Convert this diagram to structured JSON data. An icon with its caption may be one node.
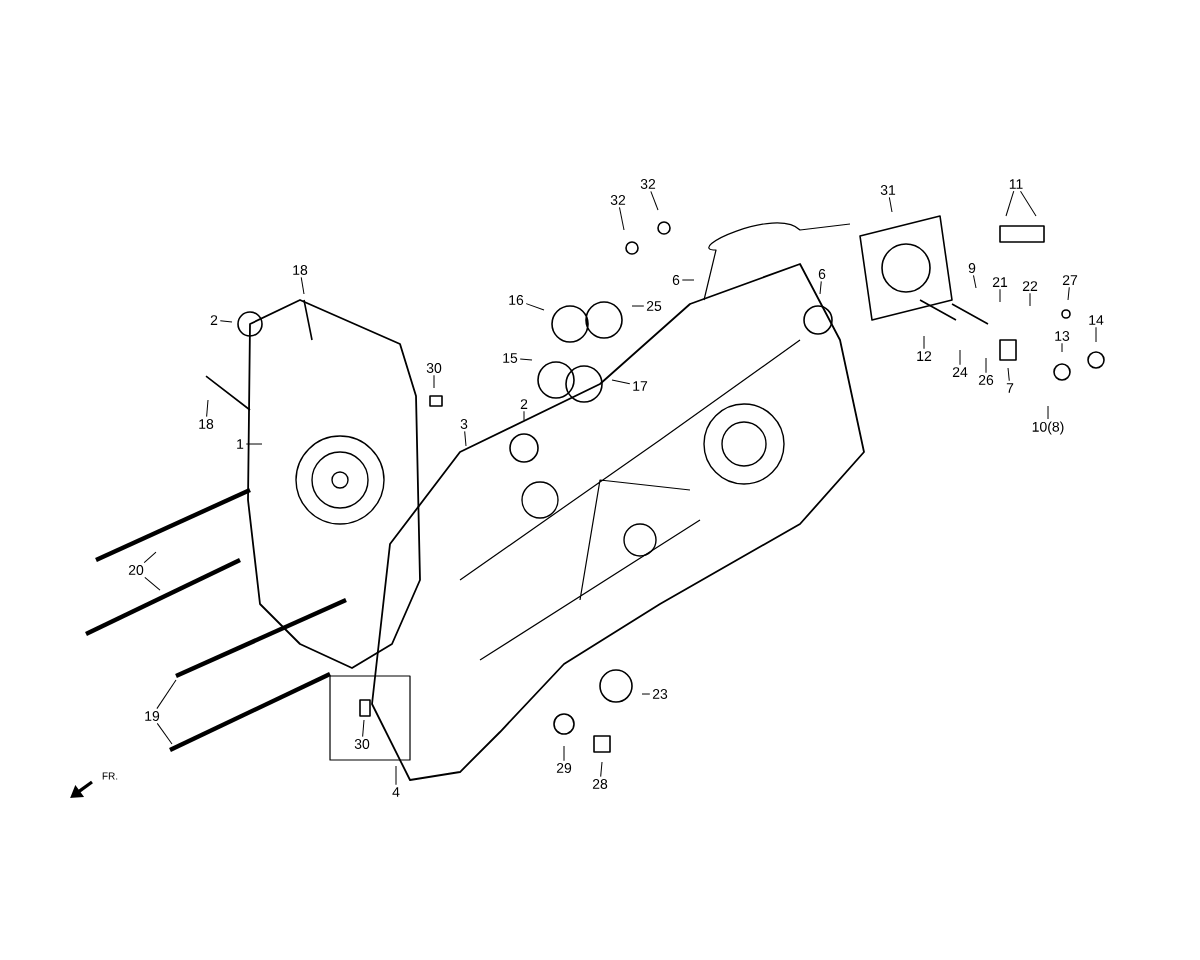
{
  "diagram": {
    "nodes": [
      {
        "text": [
          "18"
        ]
      },
      {
        "text": [
          "2"
        ]
      },
      {
        "text": [
          "18"
        ]
      },
      {
        "text": [
          "1"
        ]
      },
      {
        "text": [
          "30"
        ]
      },
      {
        "text": [
          "3"
        ]
      },
      {
        "text": [
          "16"
        ]
      },
      {
        "text": [
          "15"
        ]
      },
      {
        "text": [
          "2"
        ]
      },
      {
        "text": [
          "17"
        ]
      },
      {
        "text": [
          "25"
        ]
      },
      {
        "text": [
          "32"
        ]
      },
      {
        "text": [
          "32"
        ]
      },
      {
        "text": [
          "6"
        ]
      },
      {
        "text": [
          "6"
        ]
      },
      {
        "text": [
          "31"
        ]
      },
      {
        "text": [
          "11"
        ]
      },
      {
        "text": [
          "9"
        ]
      },
      {
        "text": [
          "21"
        ]
      },
      {
        "text": [
          "22"
        ]
      },
      {
        "text": [
          "27"
        ]
      },
      {
        "text": [
          "14"
        ]
      },
      {
        "text": [
          "13"
        ]
      },
      {
        "text": [
          "12"
        ]
      },
      {
        "text": [
          "24"
        ]
      },
      {
        "text": [
          "26"
        ]
      },
      {
        "text": [
          "7"
        ]
      },
      {
        "text": [
          "10(8)"
        ]
      },
      {
        "text": [
          "20"
        ]
      },
      {
        "text": [
          "19"
        ]
      },
      {
        "text": [
          "30"
        ]
      },
      {
        "text": [
          "4"
        ]
      },
      {
        "text": [
          "23"
        ]
      },
      {
        "text": [
          "29"
        ]
      },
      {
        "text": [
          "28"
        ]
      }
    ],
    "edges": [
      {
        "from": 0,
        "to": null,
        "arrow": "none"
      },
      {
        "from": 1,
        "to": null,
        "arrow": "none"
      },
      {
        "from": 2,
        "to": null,
        "arrow": "none"
      },
      {
        "from": 3,
        "to": null,
        "arrow": "none"
      },
      {
        "from": 4,
        "to": null,
        "arrow": "none"
      },
      {
        "from": 5,
        "to": null,
        "arrow": "none"
      },
      {
        "from": 6,
        "to": null,
        "arrow": "none"
      },
      {
        "from": 7,
        "to": null,
        "arrow": "none"
      },
      {
        "from": 8,
        "to": null,
        "arrow": "none"
      },
      {
        "from": 9,
        "to": null,
        "arrow": "none"
      },
      {
        "from": 10,
        "to": null,
        "arrow": "none"
      },
      {
        "from": 11,
        "to": null,
        "arrow": "none"
      },
      {
        "from": 12,
        "to": null,
        "arrow": "none"
      },
      {
        "from": 13,
        "to": null,
        "arrow": "none"
      },
      {
        "from": 14,
        "to": null,
        "arrow": "none"
      },
      {
        "from": 15,
        "to": null,
        "arrow": "none"
      },
      {
        "from": 16,
        "to": null,
        "arrow": "none"
      },
      {
        "from": 16,
        "to": null,
        "arrow": "none"
      },
      {
        "from": 17,
        "to": null,
        "arrow": "none"
      },
      {
        "from": 18,
        "to": null,
        "arrow": "none"
      },
      {
        "from": 19,
        "to": null,
        "arrow": "none"
      },
      {
        "from": 20,
        "to": null,
        "arrow": "none"
      },
      {
        "from": 21,
        "to": null,
        "arrow": "none"
      },
      {
        "from": 22,
        "to": null,
        "arrow": "none"
      },
      {
        "from": 23,
        "to": null,
        "arrow": "none"
      },
      {
        "from": 24,
        "to": null,
        "arrow": "none"
      },
      {
        "from": 25,
        "to": null,
        "arrow": "none"
      },
      {
        "from": 26,
        "to": null,
        "arrow": "none"
      },
      {
        "from": 27,
        "to": null,
        "arrow": "none"
      },
      {
        "from": 28,
        "to": null,
        "arrow": "none"
      },
      {
        "from": 28,
        "to": null,
        "arrow": "none"
      },
      {
        "from": 29,
        "to": null,
        "arrow": "none"
      },
      {
        "from": 29,
        "to": null,
        "arrow": "none"
      },
      {
        "from": 30,
        "to": null,
        "arrow": "none"
      },
      {
        "from": 31,
        "to": null,
        "arrow": "none"
      },
      {
        "from": 32,
        "to": null,
        "arrow": "none"
      },
      {
        "from": 33,
        "to": null,
        "arrow": "none"
      },
      {
        "from": 34,
        "to": null,
        "arrow": "none"
      }
    ],
    "labels": [
      "FR."
    ]
  }
}
